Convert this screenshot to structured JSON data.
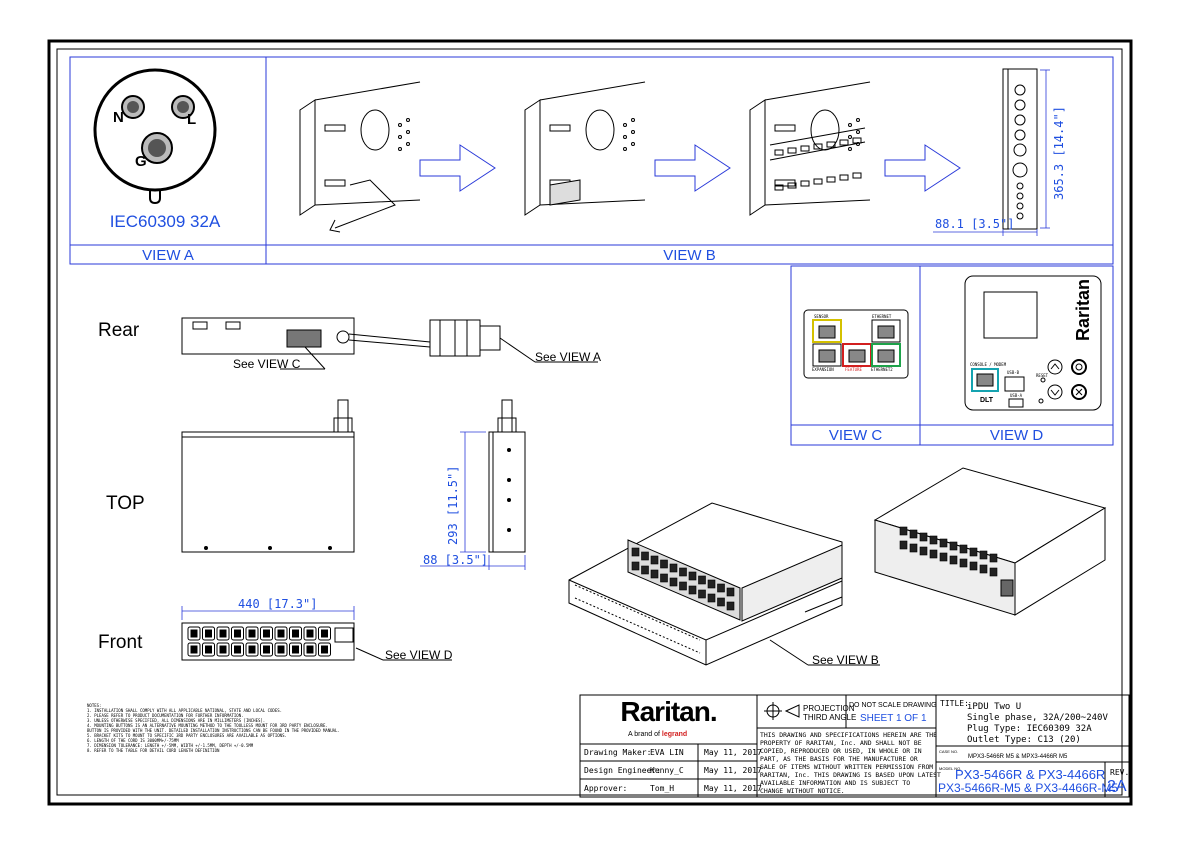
{
  "views": {
    "view_a": "VIEW A",
    "view_b": "VIEW B",
    "view_c": "VIEW C",
    "view_d": "VIEW D"
  },
  "connector": {
    "name": "IEC60309 32A",
    "pin_n": "N",
    "pin_l": "L",
    "pin_g": "G"
  },
  "side_labels": {
    "rear": "Rear",
    "top": "TOP",
    "front": "Front"
  },
  "callouts": {
    "see_view_c": "See VIEW C",
    "see_view_a": "See VIEW A",
    "see_view_d": "See VIEW D",
    "see_view_b": "See VIEW B"
  },
  "dimensions": {
    "width_viewb": "88.1 [3.5\"]",
    "height_viewb": "365.3 [14.4\"]",
    "depth_side": "293 [11.5\"]",
    "width_side": "88 [3.5\"]",
    "length_front": "440 [17.3\"]"
  },
  "view_c_ports": {
    "sensor": "SENSOR",
    "ethernet": "ETHERNET",
    "expansion": "EXPANSION",
    "feature": "FEATURE",
    "ethernet2": "ETHERNET2"
  },
  "view_d_labels": {
    "brand": "Raritan",
    "console": "CONSOLE / MODEM",
    "usb_b": "USB-B",
    "usb_a": "USB-A",
    "reset": "RESET",
    "dlt": "DLT"
  },
  "notes": {
    "heading": "NOTES:",
    "lines": [
      "1. INSTALLATION SHALL COMPLY WITH ALL APPLICABLE NATIONAL, STATE AND LOCAL CODES.",
      "2. PLEASE REFER TO PRODUCT DOCUMENTATION FOR FURTHER INFORMATION.",
      "3. UNLESS OTHERWISE SPECIFIED, ALL DIMENSIONS ARE IN MILLIMETERS [INCHES].",
      "4. MOUNTING BUTTONS IS AN ALTERNATIVE MOUNTING METHOD TO THE TOOLLESS MOUNT FOR 3RD PARTY ENCLOSURE.",
      "   BUTTON IS PROVIDED WITH THE UNIT. DETAILED INSTALLATION INSTRUCTIONS CAN BE FOUND IN THE PROVIDED MANUAL.",
      "5. BRACKET KITS TO MOUNT TO SPECIFIC 3RD PARTY ENCLOSURES ARE AVAILABLE AS OPTIONS.",
      "6. LENGTH OF THE CORD IS 3000MM+/-75MM",
      "7. DIMENSION TOLERANCE: LENGTH +/-5MM, WIDTH +/-1.5MM, DEPTH +/-0.5MM",
      "8. REFER TO THE TABLE FOR DETAIL CORD LENGTH DEFINITION"
    ]
  },
  "title_block": {
    "logo": "Raritan.",
    "tagline": "A brand of",
    "tagline_brand": "legrand",
    "projection": "PROJECTION",
    "third_angle": "THIRD ANGLE",
    "do_not_scale": "DO NOT SCALE DRAWING",
    "sheet": "SHEET 1 OF 1",
    "disclaimer": [
      "THIS DRAWING AND SPECIFICATIONS HEREIN ARE THE",
      "PROPERTY OF RARITAN, Inc. AND SHALL NOT BE",
      "COPIED, REPRODUCED OR USED, IN WHOLE OR IN",
      "PART, AS THE BASIS FOR THE MANUFACTURE OR",
      "SALE OF ITEMS WITHOUT WRITTEN PERMISSION FROM",
      "RARITAN, Inc. THIS DRAWING IS BASED UPON LATEST",
      "AVAILABLE INFORMATION AND IS SUBJECT TO",
      "CHANGE WITHOUT NOTICE."
    ],
    "rows": [
      {
        "role": "Drawing Maker:",
        "name": "EVA LIN",
        "date": "May 11, 2017"
      },
      {
        "role": "Design Engineer:",
        "name": "Kenny_C",
        "date": "May 11, 2017"
      },
      {
        "role": "Approver:",
        "name": "Tom_H",
        "date": "May 11, 2017"
      }
    ],
    "title_label": "TITLE:",
    "title_lines": [
      "iPDU Two U",
      "Single phase, 32A/200~240V",
      "Plug Type: IEC60309 32A",
      "Outlet Type: C13 (20)"
    ],
    "case_label": "CASE NO.",
    "case_no": "MPX3-5466R M5 & MPX3-4466R M5",
    "model_label": "MODEL NO.",
    "model_line1": "PX3-5466R & PX3-4466R",
    "model_line2": "PX3-5466R-M5 & PX3-4466R-M5",
    "rev_label": "REV.",
    "rev": "2A"
  }
}
